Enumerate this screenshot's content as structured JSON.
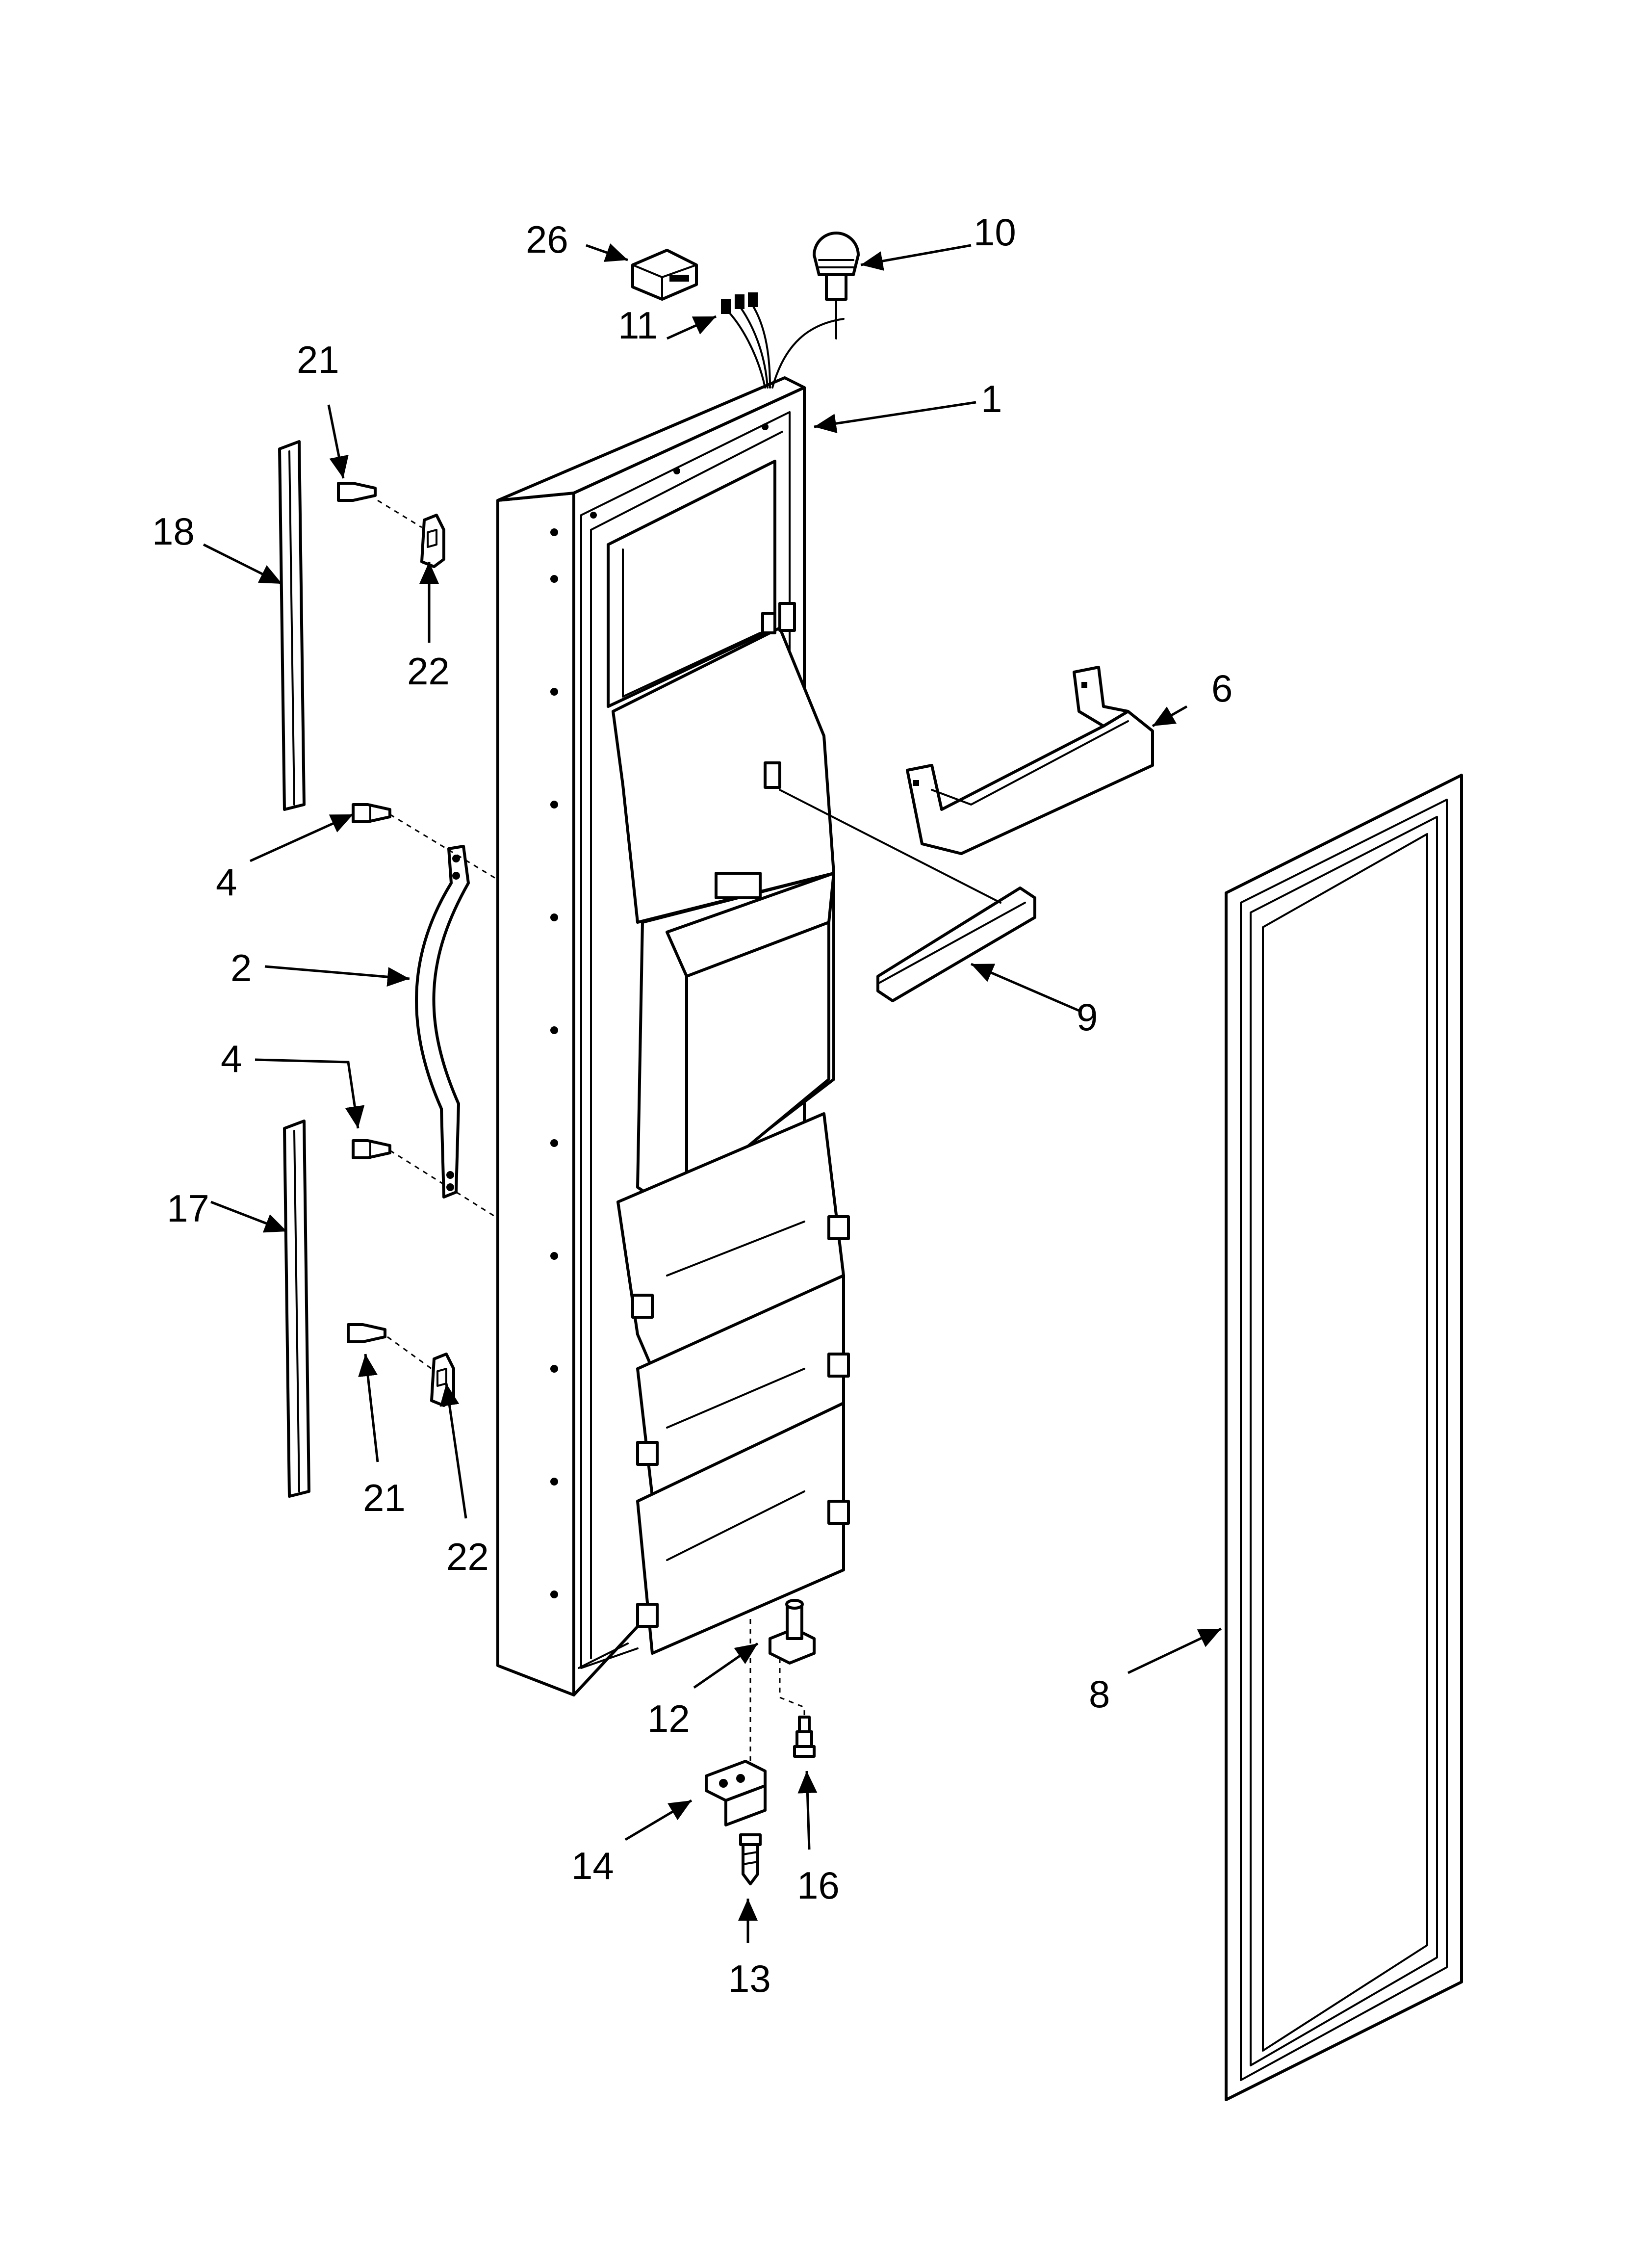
{
  "callouts": {
    "c1": "1",
    "c2": "2",
    "c4a": "4",
    "c4b": "4",
    "c6": "6",
    "c8": "8",
    "c9": "9",
    "c10": "10",
    "c11": "11",
    "c12": "12",
    "c13": "13",
    "c14": "14",
    "c16": "16",
    "c17": "17",
    "c18": "18",
    "c21a": "21",
    "c21b": "21",
    "c22a": "22",
    "c22b": "22",
    "c26": "26"
  }
}
